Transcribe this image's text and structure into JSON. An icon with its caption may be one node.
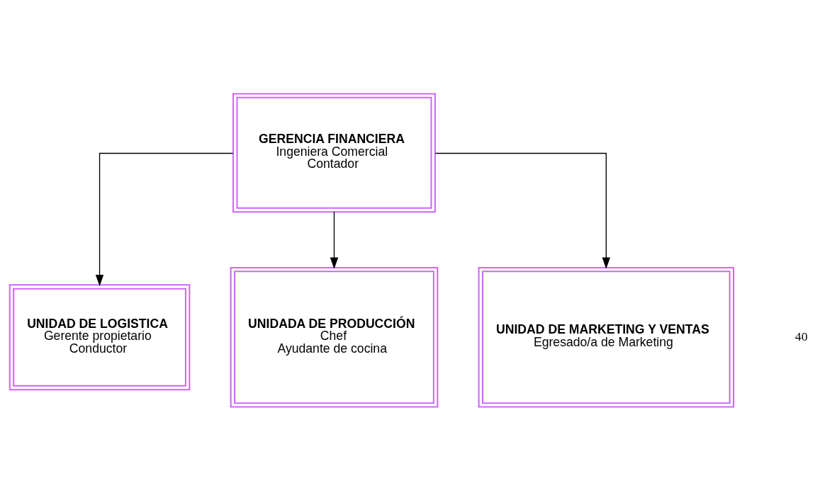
{
  "diagram": {
    "nodes": [
      {
        "text": [
          "GERENCIA FINANCIERA",
          "Ingeniera Comercial",
          "Contador"
        ]
      },
      {
        "text": [
          "UNIDAD DE LOGISTICA",
          "Gerente propietario",
          "Conductor"
        ]
      },
      {
        "text": [
          "UNIDADA DE PRODUCCIÓN",
          "Chef",
          "Ayudante de cocina"
        ]
      },
      {
        "text": [
          "UNIDAD DE MARKETING Y VENTAS",
          "Egresado/a de Marketing"
        ]
      }
    ],
    "edges": [
      {
        "from": 0,
        "to": 1,
        "arrow": "to"
      },
      {
        "from": 0,
        "to": 2,
        "arrow": "to"
      },
      {
        "from": 0,
        "to": 3,
        "arrow": "to"
      }
    ],
    "labels": [
      "40"
    ]
  }
}
